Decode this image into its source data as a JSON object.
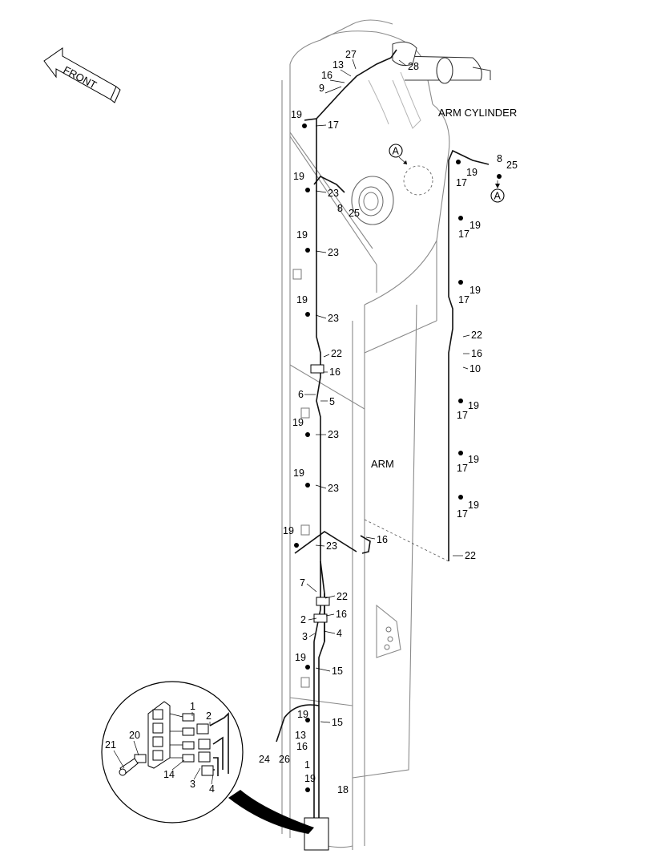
{
  "front_arrow": {
    "text": "FRONT"
  },
  "components": {
    "arm_cylinder": "ARM CYLINDER",
    "arm": "ARM"
  },
  "view_marker": "A",
  "labels": [
    {
      "id": "l27",
      "text": "27"
    },
    {
      "id": "l13a",
      "text": "13"
    },
    {
      "id": "l16a",
      "text": "16"
    },
    {
      "id": "l9",
      "text": "9"
    },
    {
      "id": "l28",
      "text": "28"
    },
    {
      "id": "l19a",
      "text": "19"
    },
    {
      "id": "l17a",
      "text": "17"
    },
    {
      "id": "l19b",
      "text": "19"
    },
    {
      "id": "l23a",
      "text": "23"
    },
    {
      "id": "l8a",
      "text": "8"
    },
    {
      "id": "l25a",
      "text": "25"
    },
    {
      "id": "l19c",
      "text": "19"
    },
    {
      "id": "l23b",
      "text": "23"
    },
    {
      "id": "l19d",
      "text": "19"
    },
    {
      "id": "l23c",
      "text": "23"
    },
    {
      "id": "l22a",
      "text": "22"
    },
    {
      "id": "l16b",
      "text": "16"
    },
    {
      "id": "l6",
      "text": "6"
    },
    {
      "id": "l5",
      "text": "5"
    },
    {
      "id": "l19e",
      "text": "19"
    },
    {
      "id": "l23d",
      "text": "23"
    },
    {
      "id": "l19f",
      "text": "19"
    },
    {
      "id": "l23e",
      "text": "23"
    },
    {
      "id": "l19g",
      "text": "19"
    },
    {
      "id": "l23f",
      "text": "23"
    },
    {
      "id": "l16c",
      "text": "16"
    },
    {
      "id": "l7",
      "text": "7"
    },
    {
      "id": "l22b",
      "text": "22"
    },
    {
      "id": "l2a",
      "text": "2"
    },
    {
      "id": "l16d",
      "text": "16"
    },
    {
      "id": "l3a",
      "text": "3"
    },
    {
      "id": "l4a",
      "text": "4"
    },
    {
      "id": "l19h",
      "text": "19"
    },
    {
      "id": "l15a",
      "text": "15"
    },
    {
      "id": "l19i",
      "text": "19"
    },
    {
      "id": "l15b",
      "text": "15"
    },
    {
      "id": "l13b",
      "text": "13"
    },
    {
      "id": "l16e",
      "text": "16"
    },
    {
      "id": "l24",
      "text": "24"
    },
    {
      "id": "l26",
      "text": "26"
    },
    {
      "id": "l1a",
      "text": "1"
    },
    {
      "id": "l19j",
      "text": "19"
    },
    {
      "id": "l18",
      "text": "18"
    },
    {
      "id": "r8",
      "text": "8"
    },
    {
      "id": "r25",
      "text": "25"
    },
    {
      "id": "r19a",
      "text": "19"
    },
    {
      "id": "r17a",
      "text": "17"
    },
    {
      "id": "r19b",
      "text": "19"
    },
    {
      "id": "r17b",
      "text": "17"
    },
    {
      "id": "r19c",
      "text": "19"
    },
    {
      "id": "r17c",
      "text": "17"
    },
    {
      "id": "r22a",
      "text": "22"
    },
    {
      "id": "r16",
      "text": "16"
    },
    {
      "id": "r10",
      "text": "10"
    },
    {
      "id": "r19d",
      "text": "19"
    },
    {
      "id": "r17d",
      "text": "17"
    },
    {
      "id": "r19e",
      "text": "19"
    },
    {
      "id": "r17e",
      "text": "17"
    },
    {
      "id": "r19f",
      "text": "19"
    },
    {
      "id": "r17f",
      "text": "17"
    },
    {
      "id": "r22b",
      "text": "22"
    },
    {
      "id": "d1",
      "text": "1"
    },
    {
      "id": "d2",
      "text": "2"
    },
    {
      "id": "d20",
      "text": "20"
    },
    {
      "id": "d21",
      "text": "21"
    },
    {
      "id": "d14",
      "text": "14"
    },
    {
      "id": "d3",
      "text": "3"
    },
    {
      "id": "d4",
      "text": "4"
    }
  ]
}
